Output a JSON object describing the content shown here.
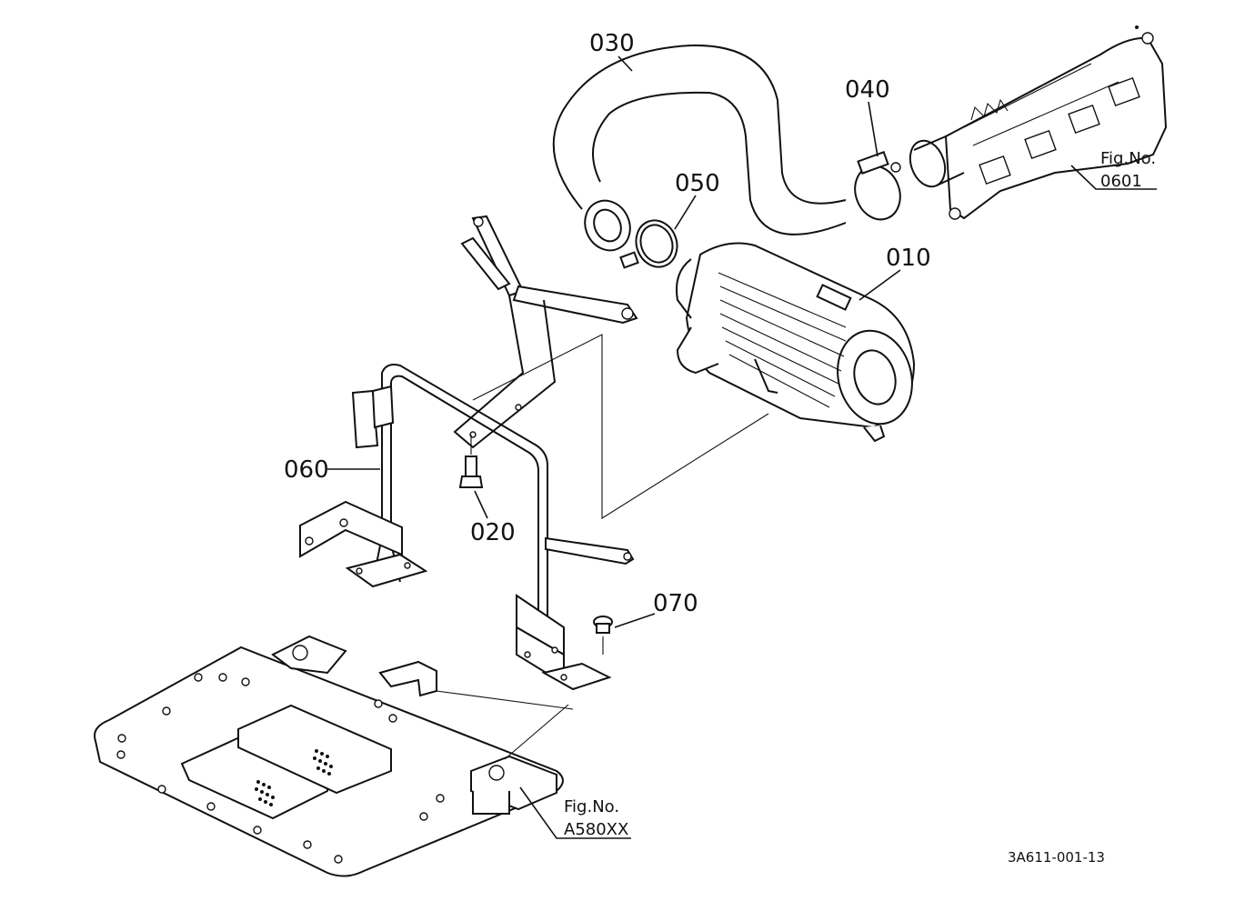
{
  "diagram": {
    "callouts": [
      {
        "id": "010",
        "text": "010"
      },
      {
        "id": "020",
        "text": "020"
      },
      {
        "id": "030",
        "text": "030"
      },
      {
        "id": "040",
        "text": "040"
      },
      {
        "id": "050",
        "text": "050"
      },
      {
        "id": "060",
        "text": "060"
      },
      {
        "id": "070",
        "text": "070"
      }
    ],
    "refs": [
      {
        "line1": "Fig.No.",
        "line2": "0601"
      },
      {
        "line1": "Fig.No.",
        "line2": "A580XX"
      }
    ],
    "drawing_code": "3A611-001-13"
  }
}
